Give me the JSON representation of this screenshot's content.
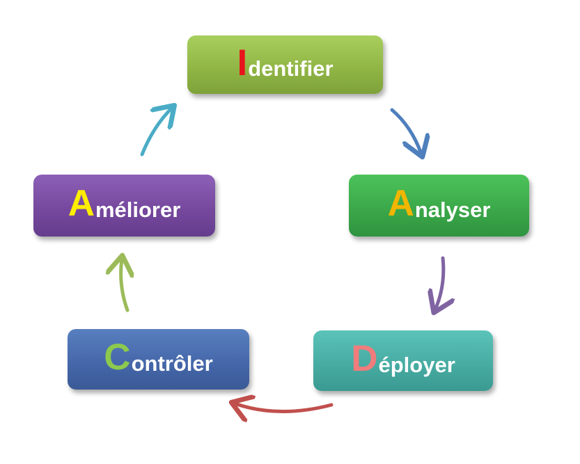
{
  "colors": {
    "initial_identifier": "#e8141b",
    "initial_analyser": "#f2b600",
    "initial_deployer": "#f07c7c",
    "initial_controler": "#8cc94e",
    "initial_ameliorer": "#ffee00",
    "arrow_identifier_to_analyser": "#4f80bd",
    "arrow_analyser_to_deployer": "#8064a2",
    "arrow_deployer_to_controler": "#c0504d",
    "arrow_controler_to_ameliorer": "#9bbb59",
    "arrow_ameliorer_to_identifier": "#4bacc6"
  },
  "steps": [
    {
      "id": "identifier",
      "initial": "I",
      "rest": "dentifier"
    },
    {
      "id": "analyser",
      "initial": "A",
      "rest": "nalyser"
    },
    {
      "id": "deployer",
      "initial": "D",
      "rest": "éployer"
    },
    {
      "id": "controler",
      "initial": "C",
      "rest": "ontrôler"
    },
    {
      "id": "ameliorer",
      "initial": "A",
      "rest": "méliorer"
    }
  ]
}
